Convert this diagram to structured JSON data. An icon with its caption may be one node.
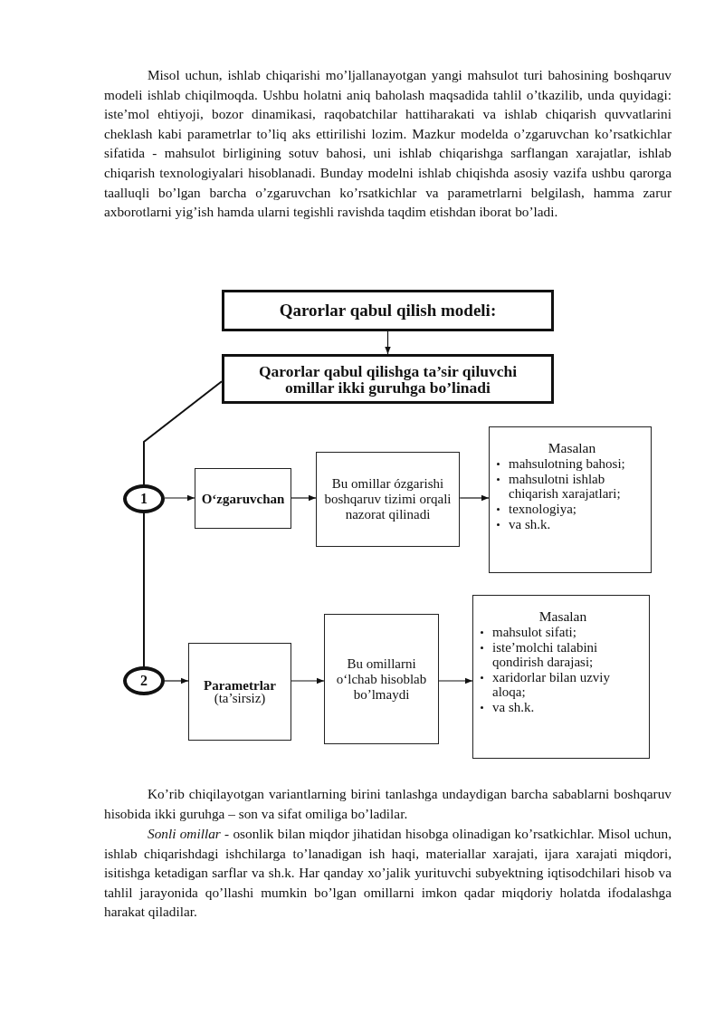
{
  "diagram": {
    "nodes": [
      {
        "text": [
          "Qarorlar qabul qilish modeli:"
        ]
      },
      {
        "text": [
          "Qarorlar qabul qilishga ta’sir qiluvchi omillar ikki guruhga bo’linadi"
        ]
      },
      {
        "text": [
          "1"
        ]
      },
      {
        "text": [
          "O‘zgaruvchan"
        ]
      },
      {
        "text": [
          "Bu omillar ózgarishi boshqaruv tizimi orqali nazorat qilinadi"
        ]
      },
      {
        "text": [
          "Masalan",
          "mahsulotning bahosi;",
          "mahsulotni ishlab chiqarish xarajatlari;",
          "texnologiya;",
          "va sh.k."
        ]
      },
      {
        "text": [
          "2"
        ]
      },
      {
        "text": [
          "Parametrlar",
          "(ta’sirsiz)"
        ]
      },
      {
        "text": [
          "Bu omillarni o‘lchab hisoblab bo’lmaydi"
        ]
      },
      {
        "text": [
          "Masalan",
          "mahsulot sifati;",
          "iste’molchi talabini qondirish darajasi;",
          "xaridorlar bilan uzviy aloqa;",
          "va sh.k."
        ]
      }
    ],
    "edges": [
      {
        "from": 0,
        "to": 1,
        "arrow": "to"
      },
      {
        "from": 1,
        "to": 2,
        "arrow": "none"
      },
      {
        "from": 2,
        "to": 6,
        "arrow": "none"
      },
      {
        "from": 2,
        "to": 3,
        "arrow": "to"
      },
      {
        "from": 3,
        "to": 4,
        "arrow": "to"
      },
      {
        "from": 4,
        "to": 5,
        "arrow": "to"
      },
      {
        "from": 6,
        "to": 7,
        "arrow": "to"
      },
      {
        "from": 7,
        "to": 8,
        "arrow": "to"
      },
      {
        "from": 8,
        "to": 9,
        "arrow": "to"
      }
    ],
    "labels": [
      "Misol uchun, ishlab chiqarishi mo’ljallanayotgan yangi mahsulot turi bahosining boshqaruv modeli ishlab chiqilmoqda. Ushbu holatni aniq baholash maqsadida tahlil o’tkazilib, unda quyidagi: iste’mol ehtiyoji, bozor dinamikasi, raqobatchilar hattiharakati va ishlab chiqarish quvvatlarini cheklash kabi parametrlar to’liq aks ettirilishi lozim. Mazkur modelda o’zgaruvchan ko’rsatkichlar sifatida - mahsulot birligining sotuv bahosi, uni ishlab chiqarishga sarflangan xarajatlar, ishlab chiqarish texnologiyalari hisoblanadi. Bunday modelni ishlab chiqishda asosiy vazifa ushbu qarorga taalluqli bo’lgan barcha o’zgaruvchan ko’rsatkichlar va parametrlarni belgilash, hamma zarur axborotlarni yig’ish hamda ularni tegishli ravishda taqdim etishdan iborat bo’ladi.",
      "Ko’rib chiqilayotgan variantlarning birini tanlashga undaydigan barcha sabablarni boshqaruv hisobida ikki guruhga – son va sifat omiliga bo’ladilar.",
      "*Sonli omillar* - osonlik bilan miqdor jihatidan hisobga olinadigan ko’rsatkichlar. Misol uchun, ishlab chiqarishdagi ishchilarga to’lanadigan ish haqi, materiallar xarajati, ijara xarajati miqdori, isitishga ketadigan sarflar va sh.k. Har qanday xo’jalik yurituvchi subyektning iqtisodchilari hisob va tahlil jarayonida qo’llashi mumkin bo’lgan omillarni imkon qadar miqdoriy holatda ifodalashga harakat qiladilar."
    ]
  }
}
